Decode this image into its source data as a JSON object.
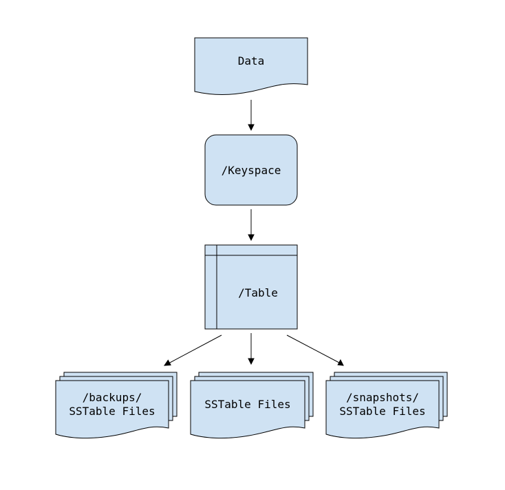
{
  "diagram": {
    "nodes": {
      "data": {
        "label": "Data"
      },
      "keyspace": {
        "label": "/Keyspace"
      },
      "table": {
        "label": "/Table"
      },
      "backups": {
        "line1": "/backups/",
        "line2": "SSTable Files"
      },
      "sstables": {
        "label": "SSTable Files"
      },
      "snapshots": {
        "line1": "/snapshots/",
        "line2": "SSTable Files"
      }
    },
    "edges": [
      {
        "from": "Data",
        "to": "/Keyspace"
      },
      {
        "from": "/Keyspace",
        "to": "/Table"
      },
      {
        "from": "/Table",
        "to": "/backups/ SSTable Files"
      },
      {
        "from": "/Table",
        "to": "SSTable Files"
      },
      {
        "from": "/Table",
        "to": "/snapshots/ SSTable Files"
      }
    ],
    "colors": {
      "fill": "#cfe2f3",
      "stroke": "#000000"
    }
  }
}
